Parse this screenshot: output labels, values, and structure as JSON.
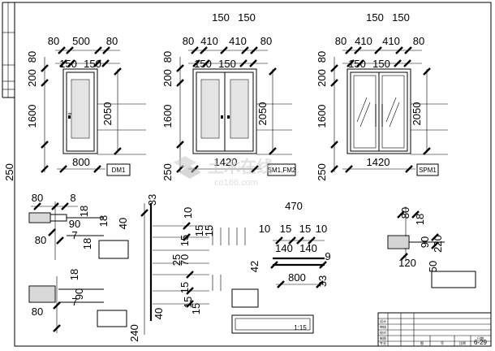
{
  "drawing": {
    "background": "#ffffff",
    "line_color": "#000000",
    "watermark_color": "#c8c8c8"
  },
  "watermark": {
    "brand": "土木在线",
    "url": "co188.com"
  },
  "doors": [
    {
      "top_dims": [
        "80",
        "500",
        "80"
      ],
      "inner_dims": [
        "150",
        "150"
      ],
      "left_dims": [
        "80",
        "200",
        "1600",
        "250"
      ],
      "right_dim": "2050",
      "bottom_dim": "800",
      "tag": "DM1"
    },
    {
      "overall_dims": [
        "150",
        "150"
      ],
      "top_dims": [
        "80",
        "410",
        "410",
        "80"
      ],
      "inner_dims": [
        "150",
        "150"
      ],
      "left_dims": [
        "80",
        "200",
        "1600",
        "250"
      ],
      "right_dim": "2050",
      "bottom_dim": "1420",
      "tag": "SM1,FM2"
    },
    {
      "overall_dims": [
        "150",
        "150"
      ],
      "top_dims": [
        "80",
        "410",
        "410",
        "80"
      ],
      "inner_dims": [
        "150",
        "150"
      ],
      "left_dims": [
        "80",
        "200",
        "1600",
        "250"
      ],
      "right_dim": "2050",
      "bottom_dim": "1420",
      "tag": "SPM1"
    }
  ],
  "sections": {
    "frame_detail": {
      "dims": [
        "80",
        "8",
        "18",
        "18",
        "18",
        "40",
        "90",
        "80",
        "7"
      ],
      "lower_dims": [
        "18",
        "80",
        "90",
        "7"
      ]
    },
    "center_detail": {
      "top_dims": [
        "33",
        "10",
        "15",
        "15",
        "15",
        "15",
        "25",
        "40",
        "240"
      ],
      "mid_dims": [
        "15",
        "70",
        "15",
        "15"
      ]
    },
    "panel_detail": {
      "overall": "470",
      "dims": [
        "10",
        "15",
        "15",
        "10",
        "140",
        "140",
        "42",
        "9",
        "800",
        "33"
      ]
    },
    "sill_detail": {
      "dims": [
        "80",
        "18",
        "90",
        "220",
        "120",
        "50"
      ]
    }
  },
  "scale_note": "1:15",
  "title_block": {
    "rows": [
      "设计",
      "审核",
      "校对",
      "制图"
    ],
    "footer": [
      "专业",
      "图",
      "号",
      "比例",
      "日期"
    ],
    "sheet": "6-29"
  }
}
